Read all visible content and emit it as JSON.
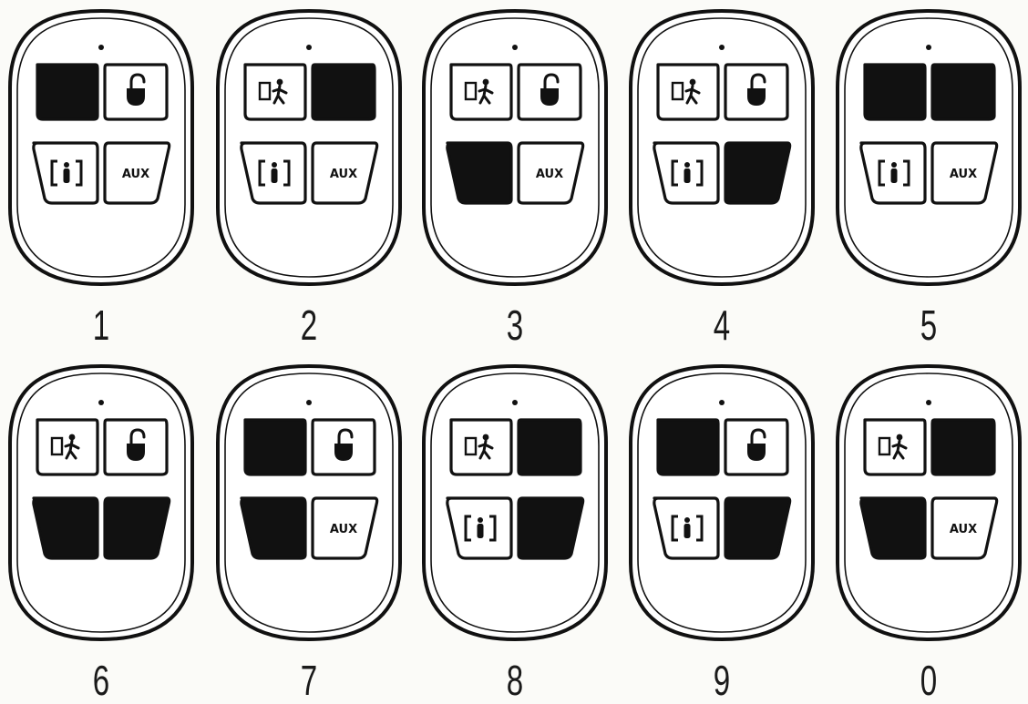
{
  "button_labels": {
    "aux": "AUX"
  },
  "icons": {
    "top_left": "arm-away-person-icon",
    "top_right": "padlock-icon",
    "bottom_left": "arm-home-icon",
    "bottom_right": "aux-button"
  },
  "colors": {
    "ink": "#111111",
    "paper": "#fbfbf8"
  },
  "fobs": [
    {
      "label": "1",
      "pressed": [
        true,
        false,
        false,
        false
      ]
    },
    {
      "label": "2",
      "pressed": [
        false,
        true,
        false,
        false
      ]
    },
    {
      "label": "3",
      "pressed": [
        false,
        false,
        true,
        false
      ]
    },
    {
      "label": "4",
      "pressed": [
        false,
        false,
        false,
        true
      ]
    },
    {
      "label": "5",
      "pressed": [
        true,
        true,
        false,
        false
      ]
    },
    {
      "label": "6",
      "pressed": [
        false,
        false,
        true,
        true
      ]
    },
    {
      "label": "7",
      "pressed": [
        true,
        false,
        true,
        false
      ]
    },
    {
      "label": "8",
      "pressed": [
        false,
        true,
        false,
        true
      ]
    },
    {
      "label": "9",
      "pressed": [
        true,
        false,
        false,
        true
      ]
    },
    {
      "label": "0",
      "pressed": [
        false,
        true,
        true,
        false
      ]
    }
  ]
}
